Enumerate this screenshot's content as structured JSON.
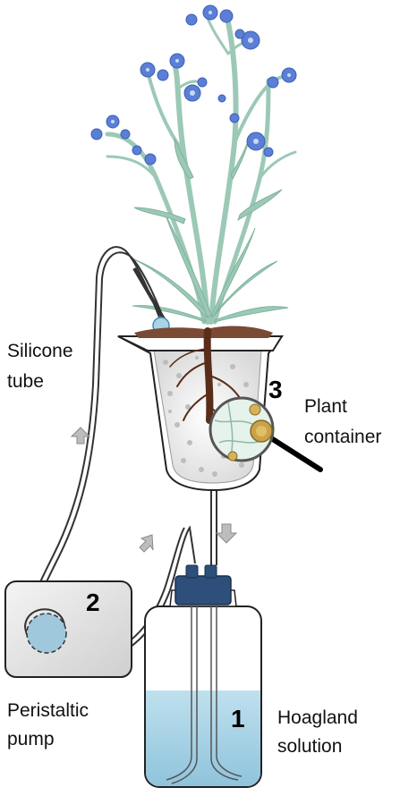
{
  "labels": {
    "silicone_tube": [
      "Silicone",
      "tube"
    ],
    "plant_container": [
      "Plant",
      "container"
    ],
    "peristaltic_pump": [
      "Peristaltic",
      "pump"
    ],
    "hoagland_solution": [
      "Hoagland",
      "solution"
    ]
  },
  "numbers": {
    "pump": "2",
    "container": "3",
    "bottle": "1"
  },
  "colors": {
    "flower": "#5b7fd6",
    "stem": "#a8d4c0",
    "leaf": "#9cc9b6",
    "root": "#5a2d1a",
    "soil_rim": "#7a4a35",
    "solution": "#a9d3e6",
    "bottle_cap": "#2d4f7a",
    "pump_rotor": "#9fc8dc",
    "arrow": "#b8b8b8",
    "outline": "#222222"
  }
}
